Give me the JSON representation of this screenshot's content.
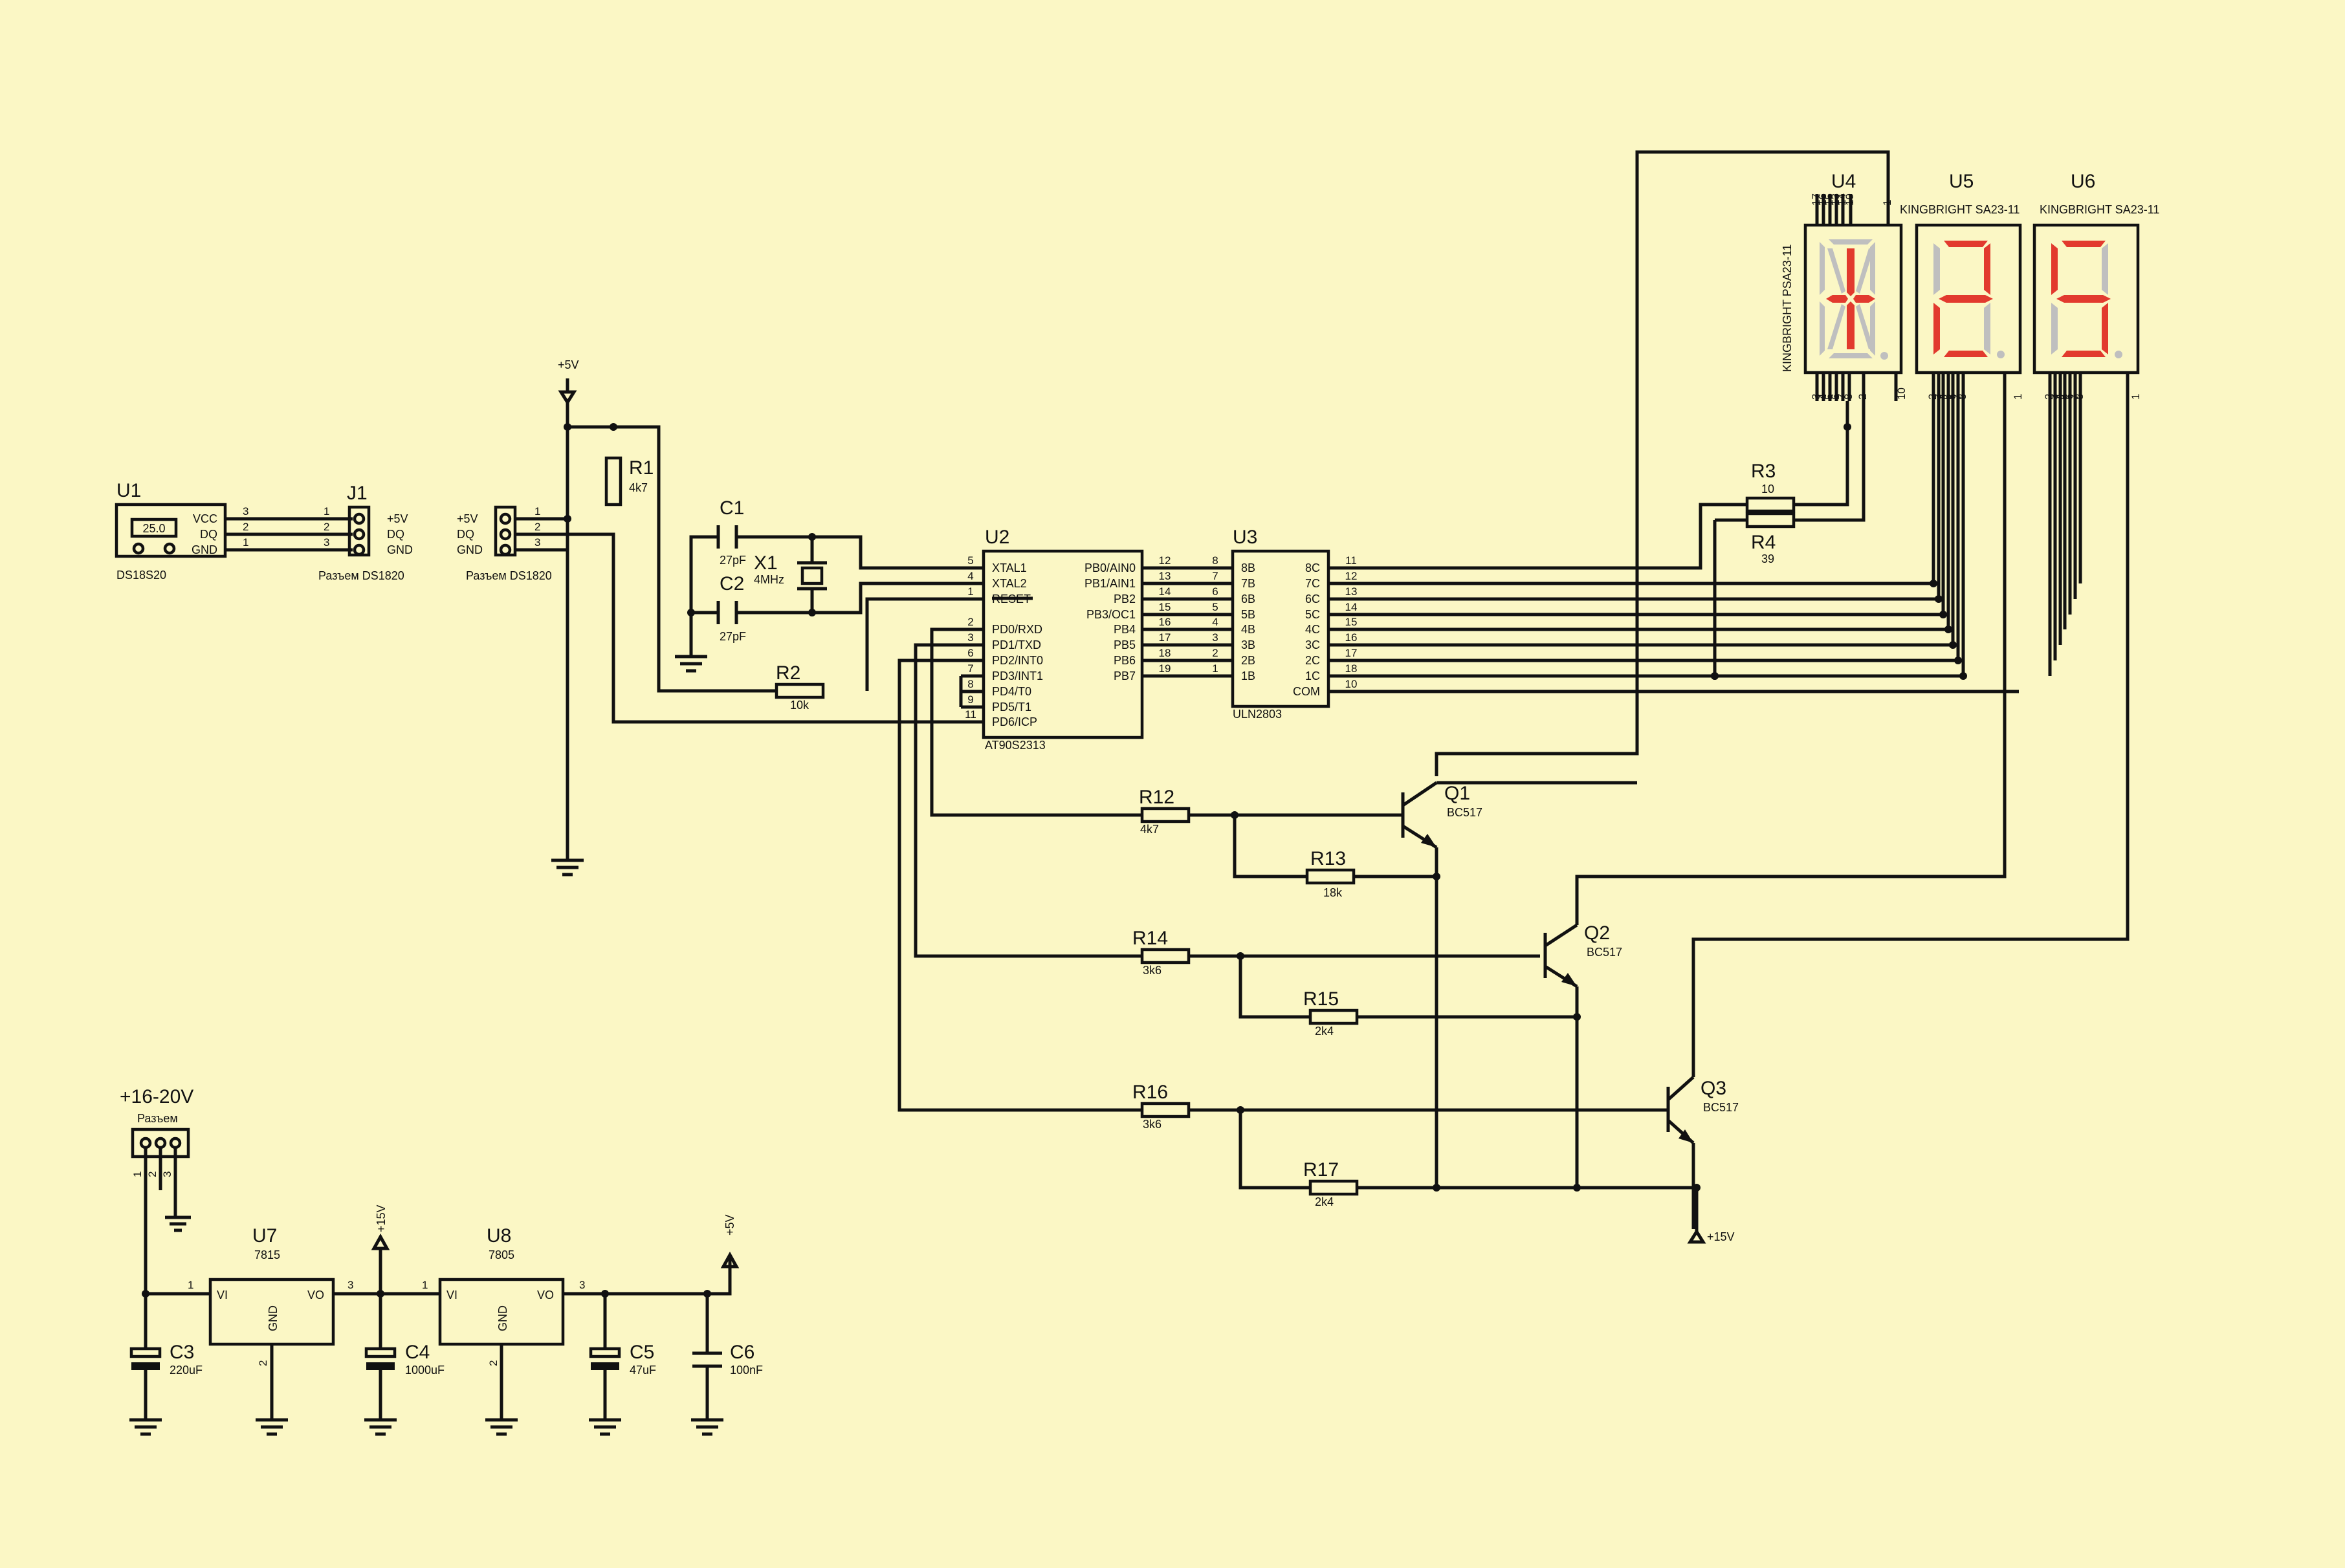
{
  "components": {
    "u1": {
      "ref": "U1",
      "part": "DS18S20",
      "pins": [
        "VCC",
        "DQ",
        "GND"
      ],
      "pin_numbers": [
        "3",
        "2",
        "1"
      ],
      "display": "25.0"
    },
    "j1": {
      "ref": "J1",
      "part": "Разъем DS1820",
      "pins": [
        "+5V",
        "DQ",
        "GND"
      ],
      "pin_numbers": [
        "1",
        "2",
        "3"
      ]
    },
    "j2": {
      "part": "Разъем DS1820",
      "pins": [
        "+5V",
        "DQ",
        "GND"
      ],
      "pin_numbers": [
        "1",
        "2",
        "3"
      ]
    },
    "r1": {
      "ref": "R1",
      "value": "4k7"
    },
    "c1": {
      "ref": "C1",
      "value": "27pF"
    },
    "c2": {
      "ref": "C2",
      "value": "27pF"
    },
    "x1": {
      "ref": "X1",
      "value": "4MHz"
    },
    "r2": {
      "ref": "R2",
      "value": "10k"
    },
    "u2": {
      "ref": "U2",
      "part": "AT90S2313",
      "left_pins": [
        {
          "n": "5",
          "name": "XTAL1"
        },
        {
          "n": "4",
          "name": "XTAL2"
        },
        {
          "n": "1",
          "name": "RESET"
        },
        {
          "n": "2",
          "name": "PD0/RXD"
        },
        {
          "n": "3",
          "name": "PD1/TXD"
        },
        {
          "n": "6",
          "name": "PD2/INT0"
        },
        {
          "n": "7",
          "name": "PD3/INT1"
        },
        {
          "n": "8",
          "name": "PD4/T0"
        },
        {
          "n": "9",
          "name": "PD5/T1"
        },
        {
          "n": "11",
          "name": "PD6/ICP"
        }
      ],
      "right_pins": [
        {
          "n": "12",
          "name": "PB0/AIN0"
        },
        {
          "n": "13",
          "name": "PB1/AIN1"
        },
        {
          "n": "14",
          "name": "PB2"
        },
        {
          "n": "15",
          "name": "PB3/OC1"
        },
        {
          "n": "16",
          "name": "PB4"
        },
        {
          "n": "17",
          "name": "PB5"
        },
        {
          "n": "18",
          "name": "PB6"
        },
        {
          "n": "19",
          "name": "PB7"
        }
      ]
    },
    "u3": {
      "ref": "U3",
      "part": "ULN2803",
      "left_pins": [
        {
          "n": "8",
          "name": "8B"
        },
        {
          "n": "7",
          "name": "7B"
        },
        {
          "n": "6",
          "name": "6B"
        },
        {
          "n": "5",
          "name": "5B"
        },
        {
          "n": "4",
          "name": "4B"
        },
        {
          "n": "3",
          "name": "3B"
        },
        {
          "n": "2",
          "name": "2B"
        },
        {
          "n": "1",
          "name": "1B"
        }
      ],
      "right_pins": [
        {
          "n": "11",
          "name": "8C"
        },
        {
          "n": "12",
          "name": "7C"
        },
        {
          "n": "13",
          "name": "6C"
        },
        {
          "n": "14",
          "name": "5C"
        },
        {
          "n": "15",
          "name": "4C"
        },
        {
          "n": "16",
          "name": "3C"
        },
        {
          "n": "17",
          "name": "2C"
        },
        {
          "n": "18",
          "name": "1C"
        },
        {
          "n": "10",
          "name": "COM"
        }
      ]
    },
    "r3": {
      "ref": "R3",
      "value": "10"
    },
    "r4": {
      "ref": "R4",
      "value": "39"
    },
    "u4": {
      "ref": "U4",
      "part": "KINGBRIGHT PSA23-11",
      "glyph": "+"
    },
    "u5": {
      "ref": "U5",
      "part": "KINGBRIGHT SA23-11",
      "glyph": "2"
    },
    "u6": {
      "ref": "U6",
      "part": "KINGBRIGHT SA23-11",
      "glyph": "5"
    },
    "r12": {
      "ref": "R12",
      "value": "4k7"
    },
    "r13": {
      "ref": "R13",
      "value": "18k"
    },
    "r14": {
      "ref": "R14",
      "value": "3k6"
    },
    "r15": {
      "ref": "R15",
      "value": "2k4"
    },
    "r16": {
      "ref": "R16",
      "value": "3k6"
    },
    "r17": {
      "ref": "R17",
      "value": "2k4"
    },
    "q1": {
      "ref": "Q1",
      "part": "BC517"
    },
    "q2": {
      "ref": "Q2",
      "part": "BC517"
    },
    "q3": {
      "ref": "Q3",
      "part": "BC517"
    },
    "pwr_conn": {
      "label": "+16-20V",
      "part": "Разъем",
      "pins": [
        "1",
        "2",
        "3"
      ]
    },
    "u7": {
      "ref": "U7",
      "part": "7815",
      "vi": "VI",
      "vo": "VO",
      "gnd": "GND",
      "pin_in": "1",
      "pin_out": "3",
      "pin_gnd": "2"
    },
    "u8": {
      "ref": "U8",
      "part": "7805",
      "vi": "VI",
      "vo": "VO",
      "gnd": "GND",
      "pin_in": "1",
      "pin_out": "3",
      "pin_gnd": "2"
    },
    "c3": {
      "ref": "C3",
      "value": "220uF"
    },
    "c4": {
      "ref": "C4",
      "value": "1000uF"
    },
    "c5": {
      "ref": "C5",
      "value": "47uF"
    },
    "c6": {
      "ref": "C6",
      "value": "100nF"
    }
  },
  "power_labels": {
    "vcc5": "+5V",
    "vcc15": "+15V"
  },
  "digit_pins": {
    "u4_top": [
      "17",
      "16",
      "15",
      "13",
      "14",
      "19",
      "1"
    ],
    "u4_bottom": [
      "3",
      "4",
      "5",
      "6",
      "7",
      "8",
      "2",
      "10"
    ],
    "u5_bottom": [
      "2",
      "3",
      "4",
      "5",
      "6",
      "7",
      "8",
      "1"
    ],
    "u6_bottom": [
      "2",
      "3",
      "4",
      "5",
      "6",
      "7",
      "8",
      "1"
    ]
  },
  "colors": {
    "background": "#fbf7c5",
    "ink": "#111111",
    "segment_on": "#e23a2e",
    "segment_off": "#bfbfbf"
  }
}
